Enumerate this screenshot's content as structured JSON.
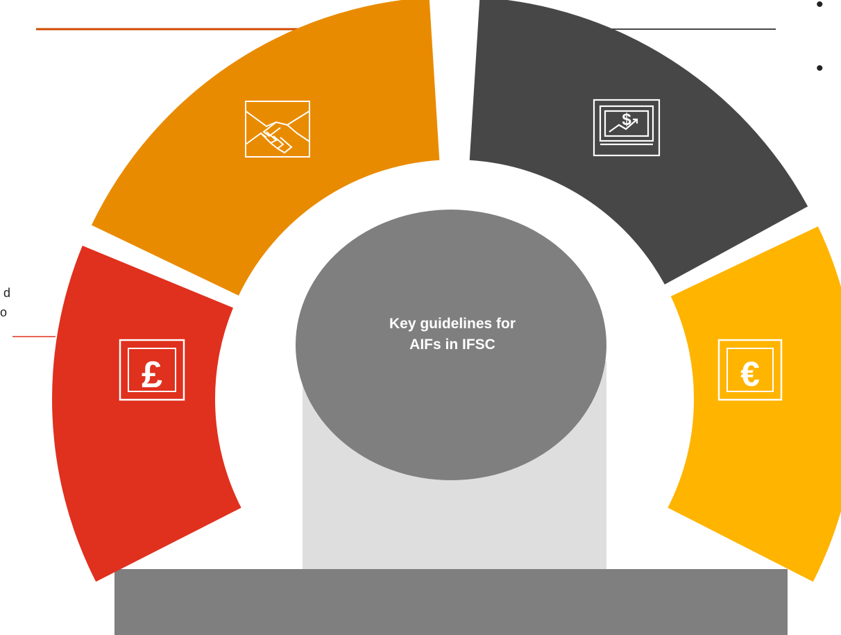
{
  "center": {
    "title_line1": "Key guidelines for",
    "title_line2": "AIFs in IFSC"
  },
  "segments": [
    {
      "id": "handshake",
      "color": "#E98B00",
      "icon": "handshake-icon"
    },
    {
      "id": "dollar-monitor",
      "color": "#474747",
      "icon": "laptop-dollar-chart-icon",
      "glyph": "$"
    },
    {
      "id": "euro",
      "color": "#FFB400",
      "icon": "euro-icon",
      "glyph": "€"
    },
    {
      "id": "pound",
      "color": "#E0301E",
      "icon": "pound-icon",
      "glyph": "£"
    }
  ],
  "center_circle_color": "#7F7F7F",
  "pedestal_color": "#DEDEDE",
  "base_bar_color": "#7F7F7F",
  "connector_colors": {
    "left_top": "#D04A02",
    "right_top": "#474747",
    "left_mid": "#E0301E"
  },
  "left_text": {
    "line1": "d",
    "line2": "o"
  },
  "bullets": [
    "•",
    "•"
  ]
}
